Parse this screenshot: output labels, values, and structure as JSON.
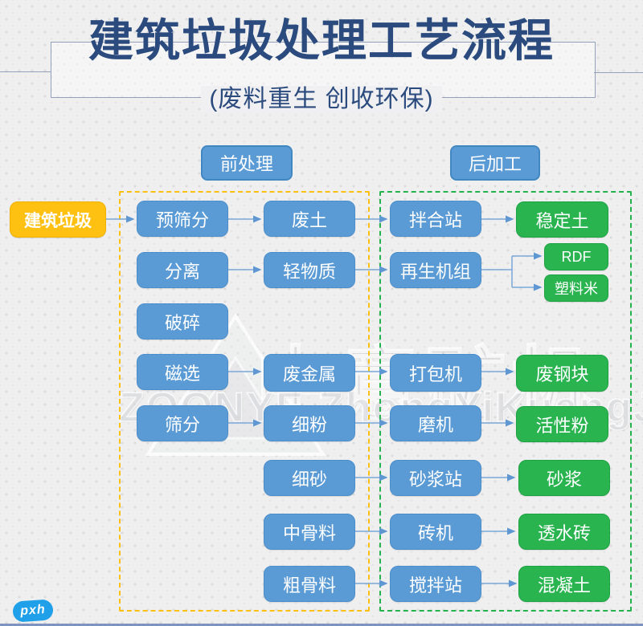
{
  "header": {
    "title": "建筑垃圾处理工艺流程",
    "subtitle": "(废料重生 创收环保)"
  },
  "sections": {
    "pre_label": "前处理",
    "post_label": "后加工"
  },
  "flow": {
    "source": "建筑垃圾",
    "col1": [
      "预筛分",
      "分离",
      "破碎",
      "磁选",
      "筛分"
    ],
    "col2": [
      "废土",
      "轻物质",
      "废金属",
      "细粉",
      "细砂",
      "中骨料",
      "粗骨料"
    ],
    "col3": [
      "拌合站",
      "再生机组",
      "打包机",
      "磨机",
      "砂浆站",
      "砖机",
      "搅拌站"
    ],
    "col4": [
      "稳定土",
      "RDF",
      "塑料米",
      "废钢块",
      "活性粉",
      "砂浆",
      "透水砖",
      "混凝土"
    ],
    "edges": [
      "建筑垃圾→预筛分",
      "预筛分→废土",
      "废土→拌合站",
      "拌合站→稳定土",
      "分离→轻物质",
      "轻物质→再生机组",
      "再生机组→RDF",
      "再生机组→塑料米",
      "磁选→废金属",
      "废金属→打包机",
      "打包机→废钢块",
      "筛分→细粉",
      "细粉→磨机",
      "磨机→活性粉",
      "细砂→砂浆站",
      "砂浆站→砂浆",
      "中骨料→砖机",
      "砖机→透水砖",
      "粗骨料→搅拌站",
      "搅拌站→混凝土"
    ]
  },
  "watermark": {
    "cjk": "中意矿机",
    "latin": "ZOONYE ZhongYiKuangJi"
  },
  "badge": "pxh",
  "colors": {
    "title_navy": "#2b4a7d",
    "node_blue": "#5b9bd5",
    "node_green": "#29b450",
    "node_yellow": "#fec011",
    "region_pre_dash": "#fdc011",
    "region_post_dash": "#24b24c",
    "arrow": "#5f97d2",
    "bottom_bar": "#7e93bd",
    "background": "#efefef"
  }
}
